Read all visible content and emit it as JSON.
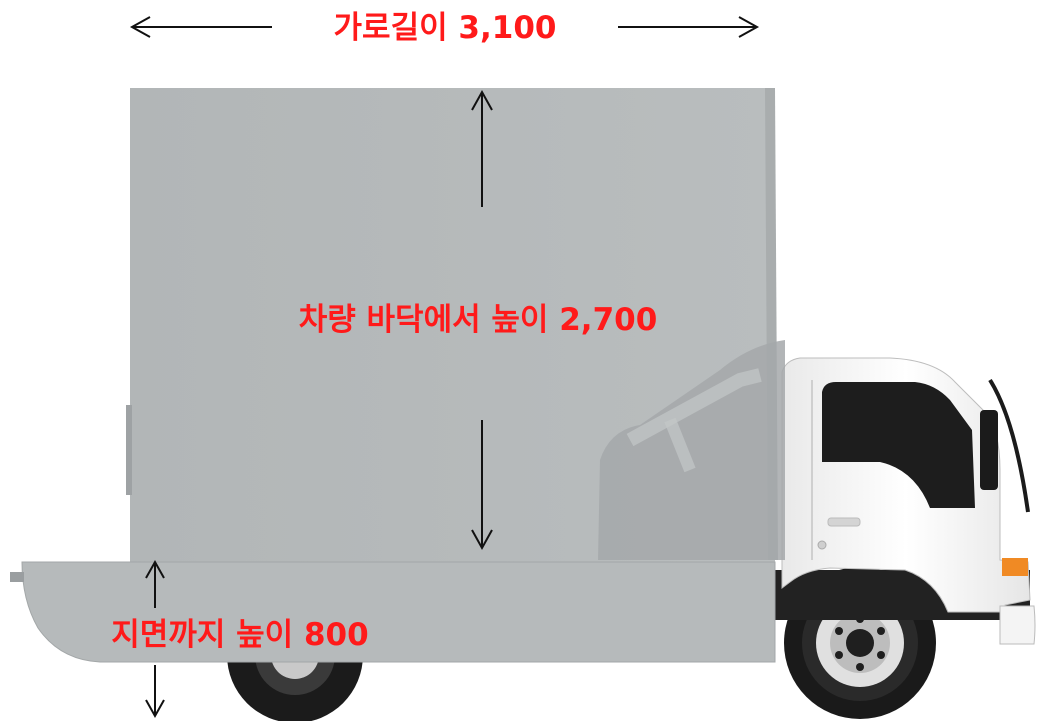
{
  "labels": {
    "width": "가로길이 3,100",
    "height_from_floor": "차량 바닥에서 높이 2,700",
    "ground_height": "지면까지 높이 800"
  },
  "colors": {
    "label": "#ff1a1a",
    "panel": "#b3b7b8",
    "panel_dark": "#9fa4a6",
    "cab": "#f4f4f4",
    "window": "#1d1d1d",
    "tire": "#1a1a1a",
    "rim": "#d8d8d8",
    "indicator": "#f08a24"
  },
  "icons": {
    "arrows": "thin-arrow",
    "vehicle": "truck"
  }
}
